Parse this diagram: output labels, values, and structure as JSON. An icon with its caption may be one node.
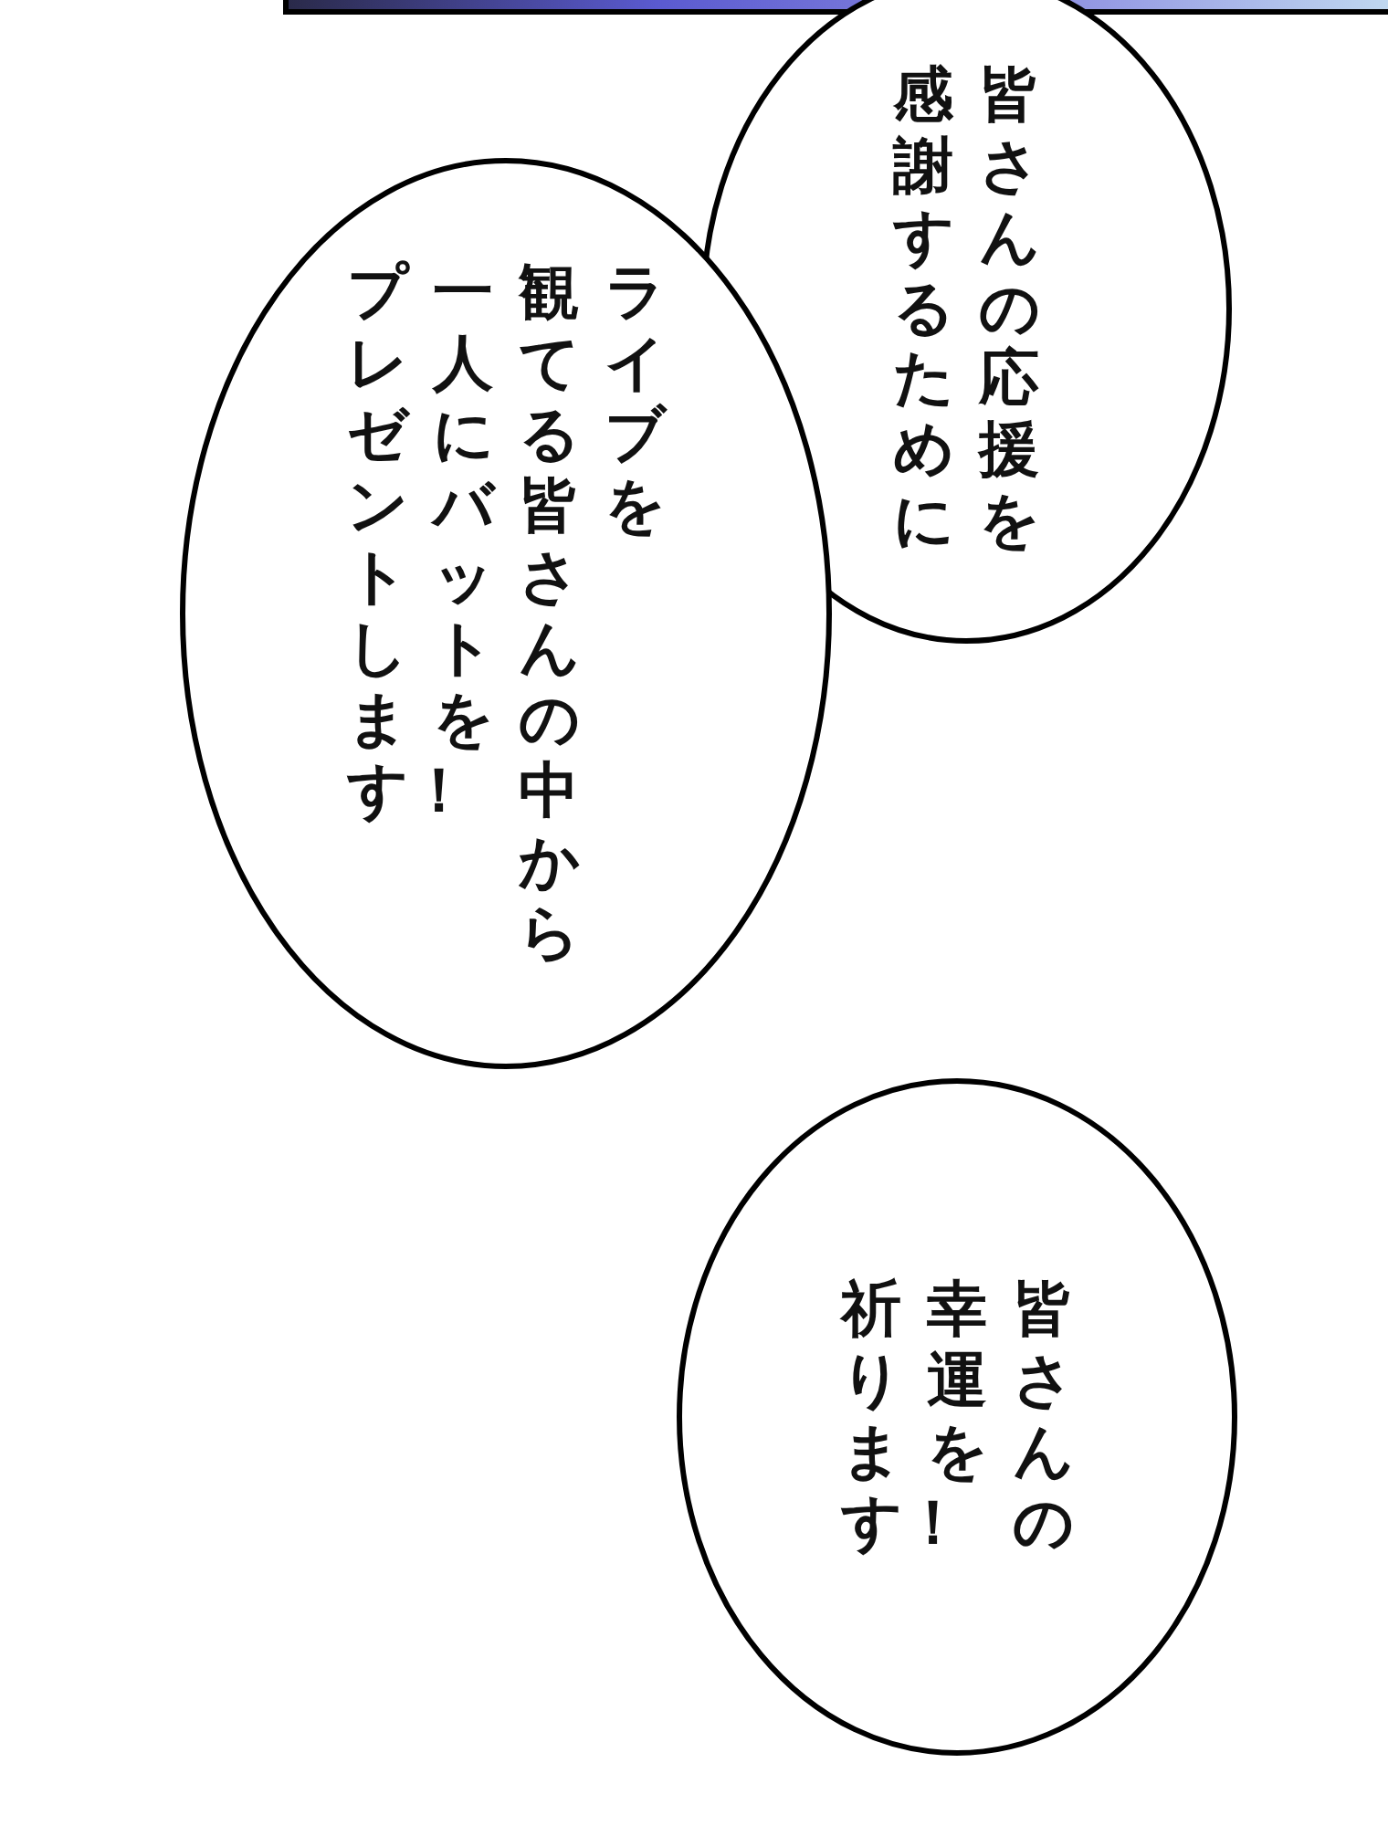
{
  "diagram": {
    "nodes": [
      {
        "text": [
          "皆さんの応援を感謝するために"
        ]
      },
      {
        "text": [
          "ライブを観てる皆さんの中から一人にバットをプレゼントします！"
        ]
      },
      {
        "text": [
          "皆さんの幸運を祈ります！"
        ]
      }
    ]
  }
}
